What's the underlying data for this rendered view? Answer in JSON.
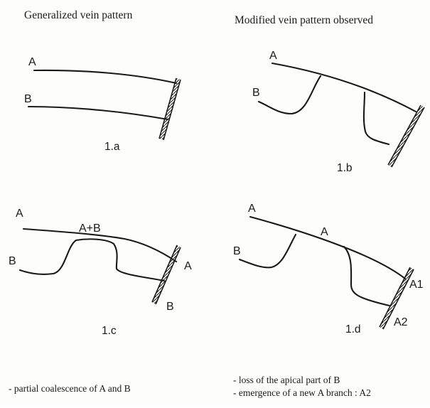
{
  "headers": {
    "left": "Generalized vein pattern",
    "right": "Modified vein pattern observed"
  },
  "panels": {
    "a": {
      "caption": "1.a",
      "label_a": "A",
      "label_b": "B"
    },
    "b": {
      "caption": "1.b",
      "label_a": "A",
      "label_b": "B"
    },
    "c": {
      "caption": "1.c",
      "label_a": "A",
      "label_b": "B",
      "label_ab": "A+B",
      "label_a_end": "A",
      "label_b_end": "B"
    },
    "d": {
      "caption": "1.d",
      "label_a": "A",
      "label_b": "B",
      "label_a_mid": "A",
      "label_a1": "A1",
      "label_a2": "A2"
    }
  },
  "notes": {
    "left": "- partial coalescence of A and B",
    "right_1": "- loss of the apical part of B",
    "right_2": "- emergence of a new A branch : A2"
  }
}
